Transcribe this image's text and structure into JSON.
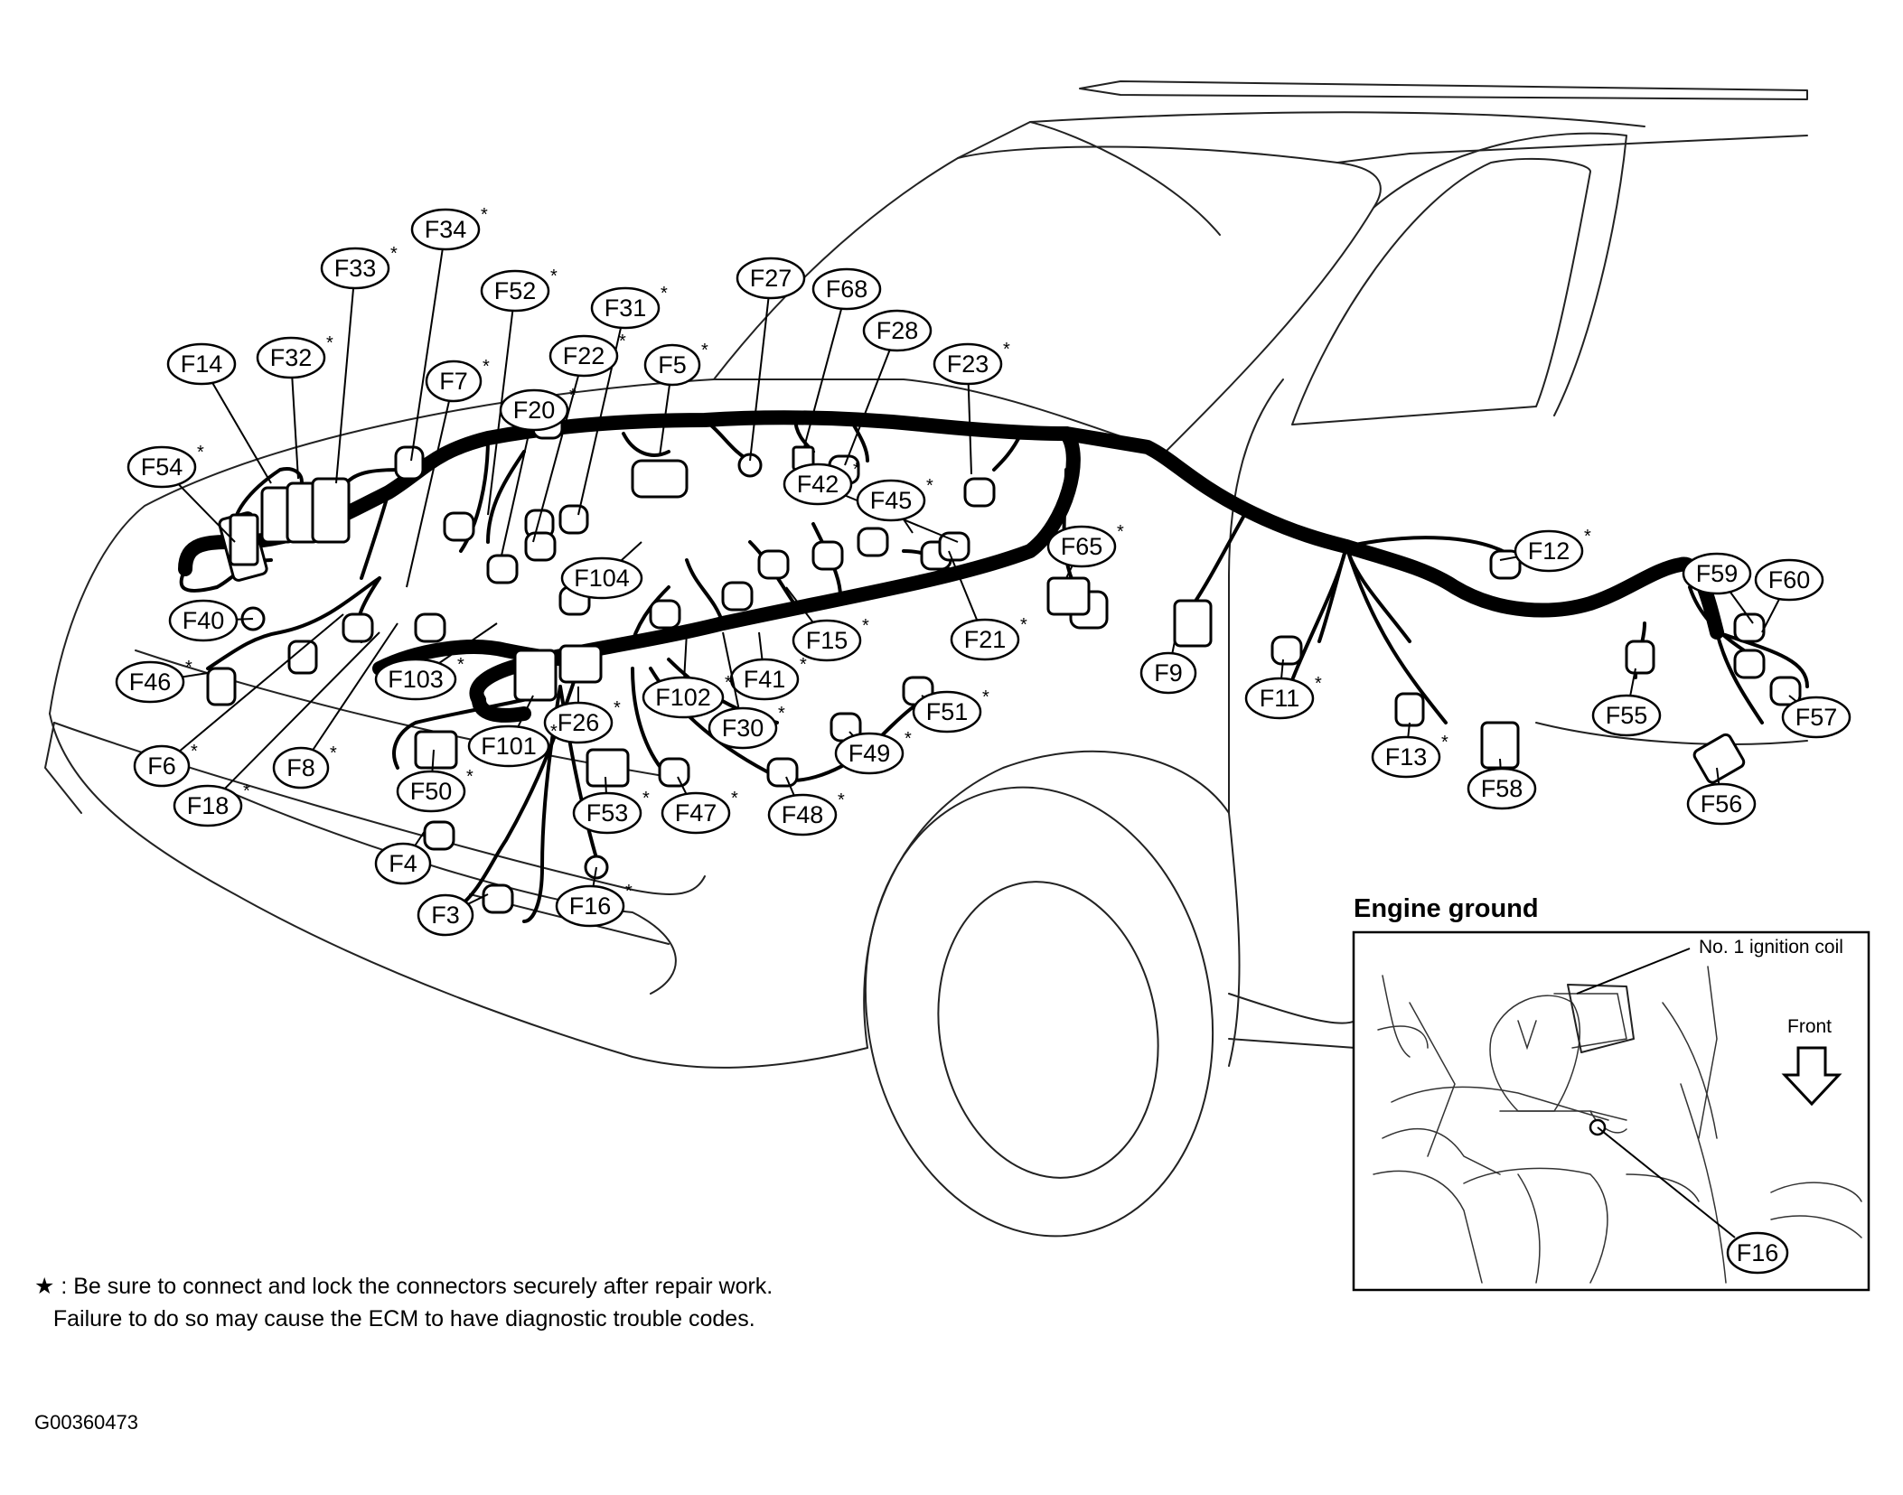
{
  "inset": {
    "title": "Engine ground",
    "coil_label": "No. 1 ignition coil",
    "front_label": "Front",
    "ground_label": "F16"
  },
  "note": {
    "marker": "*",
    "text": "★ : Be sure to connect and lock the connectors securely after repair work.\n   Failure to do so may cause the ECM to have diagnostic trouble codes."
  },
  "figure_id": "G00360473",
  "connectors": [
    {
      "id": "F34",
      "star": true
    },
    {
      "id": "F33",
      "star": true
    },
    {
      "id": "F52",
      "star": true
    },
    {
      "id": "F31",
      "star": true
    },
    {
      "id": "F27",
      "star": false
    },
    {
      "id": "F68",
      "star": false
    },
    {
      "id": "F28",
      "star": false
    },
    {
      "id": "F23",
      "star": true
    },
    {
      "id": "F32",
      "star": true
    },
    {
      "id": "F22",
      "star": true
    },
    {
      "id": "F5",
      "star": true
    },
    {
      "id": "F14",
      "star": false
    },
    {
      "id": "F7",
      "star": true
    },
    {
      "id": "F20",
      "star": true
    },
    {
      "id": "F54",
      "star": true
    },
    {
      "id": "F42",
      "star": true
    },
    {
      "id": "F45",
      "star": true
    },
    {
      "id": "F65",
      "star": true
    },
    {
      "id": "F12",
      "star": true
    },
    {
      "id": "F104",
      "star": false
    },
    {
      "id": "F40",
      "star": false
    },
    {
      "id": "F15",
      "star": true
    },
    {
      "id": "F21",
      "star": true
    },
    {
      "id": "F59",
      "star": false
    },
    {
      "id": "F60",
      "star": false
    },
    {
      "id": "F9",
      "star": false
    },
    {
      "id": "F46",
      "star": true
    },
    {
      "id": "F103",
      "star": true
    },
    {
      "id": "F41",
      "star": true
    },
    {
      "id": "F102",
      "star": true
    },
    {
      "id": "F11",
      "star": true
    },
    {
      "id": "F55",
      "star": false
    },
    {
      "id": "F57",
      "star": false
    },
    {
      "id": "F51",
      "star": true
    },
    {
      "id": "F26",
      "star": true
    },
    {
      "id": "F30",
      "star": true
    },
    {
      "id": "F101",
      "star": true
    },
    {
      "id": "F6",
      "star": true
    },
    {
      "id": "F8",
      "star": true
    },
    {
      "id": "F49",
      "star": true
    },
    {
      "id": "F13",
      "star": true
    },
    {
      "id": "F58",
      "star": false
    },
    {
      "id": "F18",
      "star": true
    },
    {
      "id": "F50",
      "star": true
    },
    {
      "id": "F53",
      "star": true
    },
    {
      "id": "F47",
      "star": true
    },
    {
      "id": "F48",
      "star": true
    },
    {
      "id": "F56",
      "star": false
    },
    {
      "id": "F4",
      "star": false
    },
    {
      "id": "F3",
      "star": false
    },
    {
      "id": "F16",
      "star": true
    }
  ]
}
